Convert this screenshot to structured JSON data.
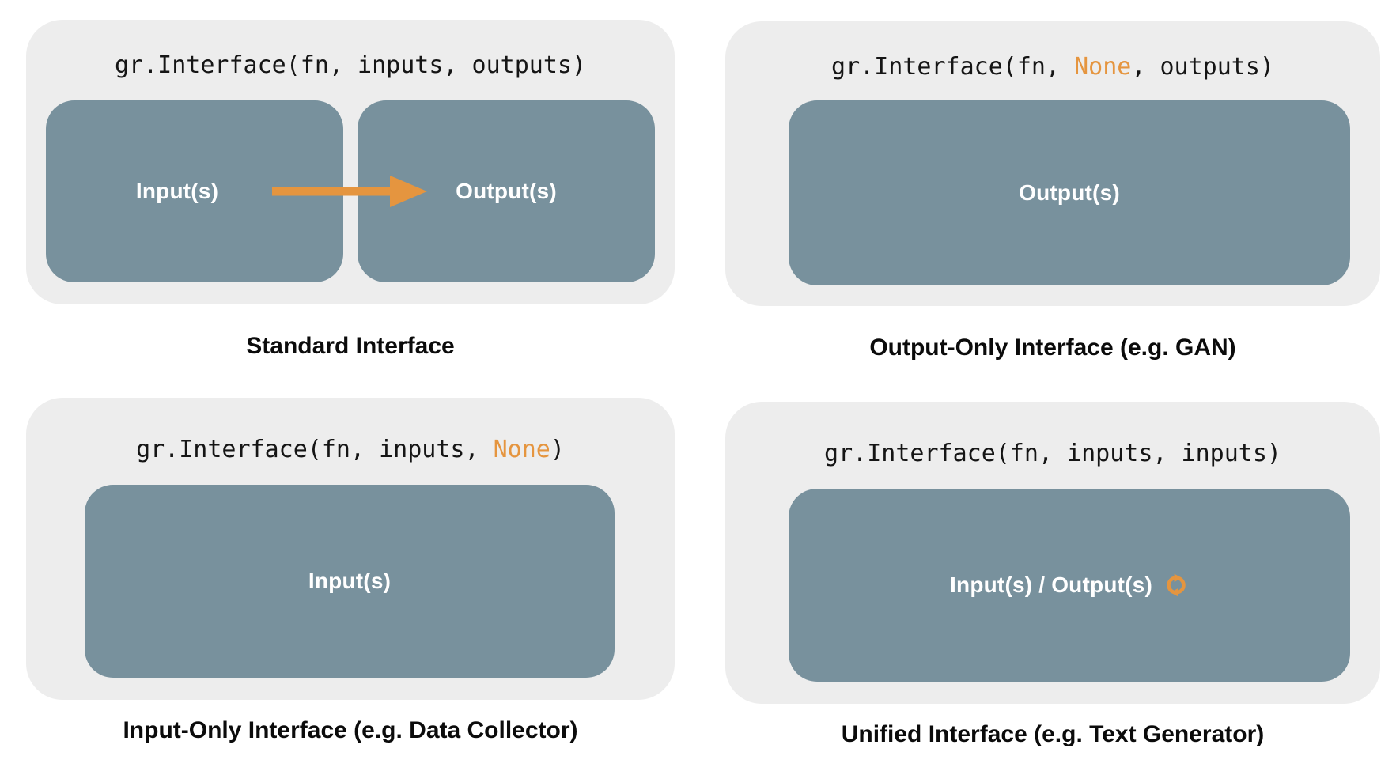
{
  "colors": {
    "page_bg": "#FFFFFF",
    "panel_bg": "#EDEDED",
    "box_bg": "#78919D",
    "accent_orange": "#E5953F",
    "code_text": "#151515",
    "caption_text": "#0B0B0B",
    "box_label_text": "#FFFFFF"
  },
  "panels": [
    {
      "caption": "Standard Interface",
      "code": {
        "pre": "gr.Interface(fn, inputs, outputs)",
        "highlight": "",
        "post": ""
      },
      "boxes": [
        {
          "label": "Input(s)"
        },
        {
          "label": "Output(s)"
        }
      ],
      "arrow_icon": "arrow-right"
    },
    {
      "caption": "Output-Only Interface (e.g. GAN)",
      "code": {
        "pre": "gr.Interface(fn, ",
        "highlight": "None",
        "post": ", outputs)"
      },
      "boxes": [
        {
          "label": "Output(s)"
        }
      ]
    },
    {
      "caption": "Input-Only Interface (e.g. Data Collector)",
      "code": {
        "pre": "gr.Interface(fn, inputs, ",
        "highlight": "None",
        "post": ")"
      },
      "boxes": [
        {
          "label": "Input(s)"
        }
      ]
    },
    {
      "caption": "Unified Interface (e.g. Text Generator)",
      "code": {
        "pre": "gr.Interface(fn, inputs, inputs)",
        "highlight": "",
        "post": ""
      },
      "boxes": [
        {
          "label": "Input(s) / Output(s)",
          "icon": "sync"
        }
      ]
    }
  ]
}
